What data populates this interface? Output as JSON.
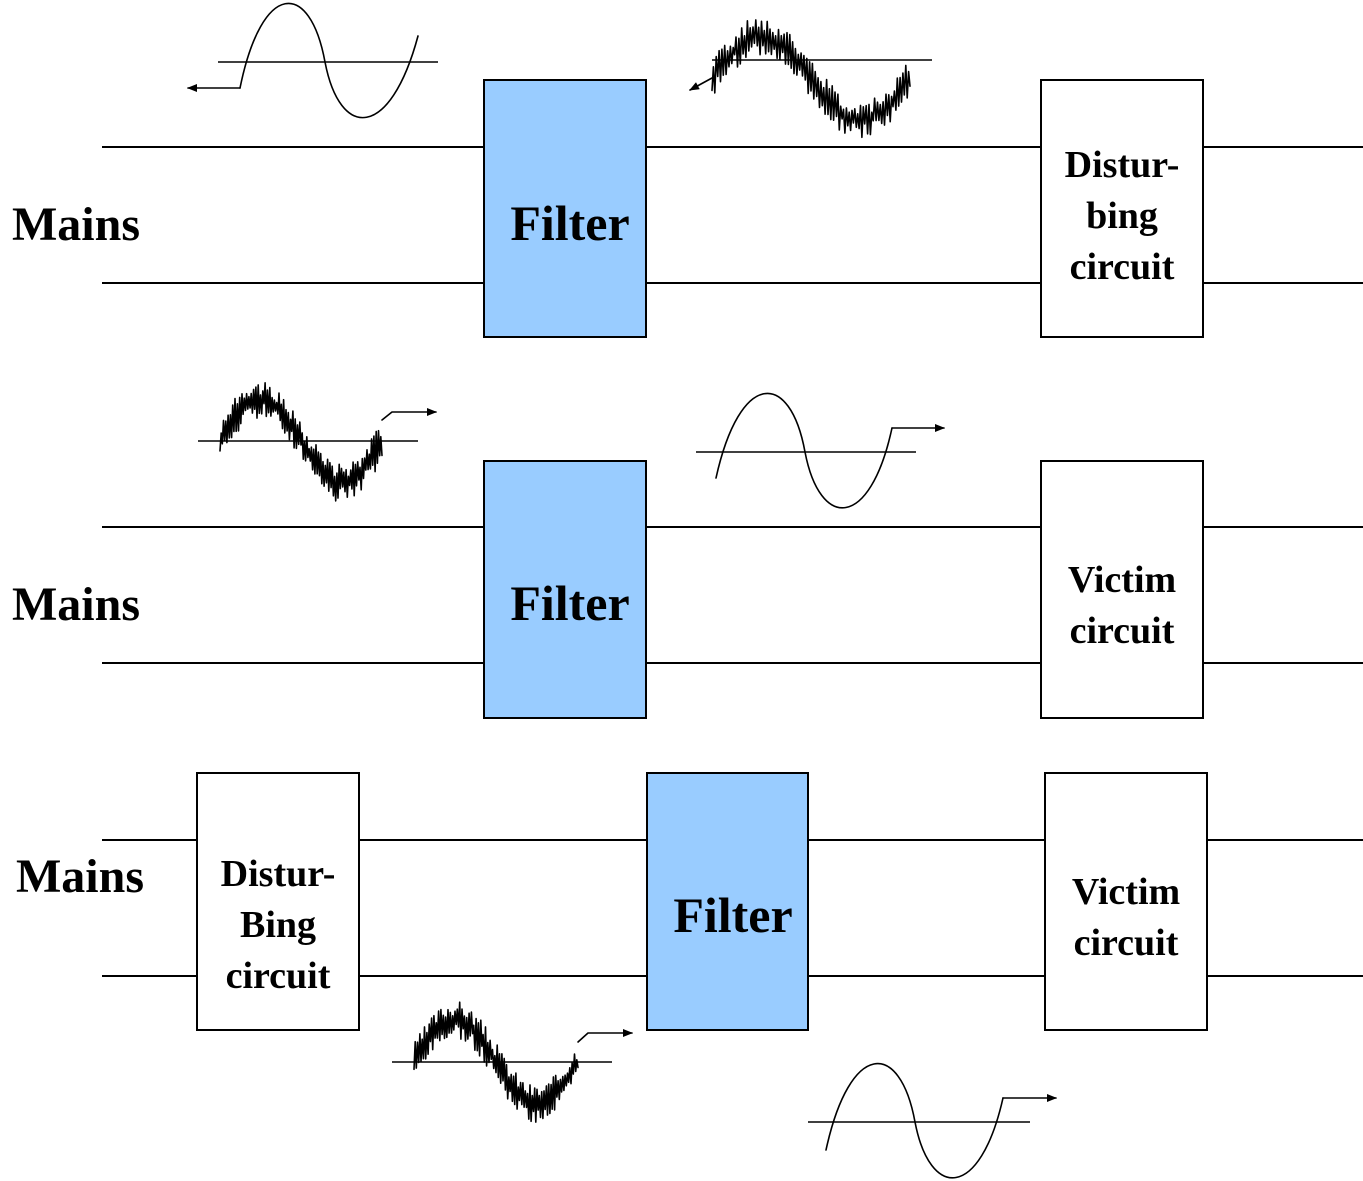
{
  "colors": {
    "filter_fill": "#99ccff",
    "circuit_fill": "#ffffff",
    "line": "#000000"
  },
  "rows": [
    {
      "mains_label": "Mains",
      "filter_label": "Filter",
      "circuit_lines": [
        "Distur-",
        "bing",
        "circuit"
      ]
    },
    {
      "mains_label": "Mains",
      "filter_label": "Filter",
      "circuit_lines": [
        "Victim",
        "circuit"
      ]
    },
    {
      "mains_label": "Mains",
      "disturbing_lines": [
        "Distur-",
        "Bing",
        "circuit"
      ],
      "filter_label": "Filter",
      "circuit_lines": [
        "Victim",
        "circuit"
      ]
    }
  ]
}
